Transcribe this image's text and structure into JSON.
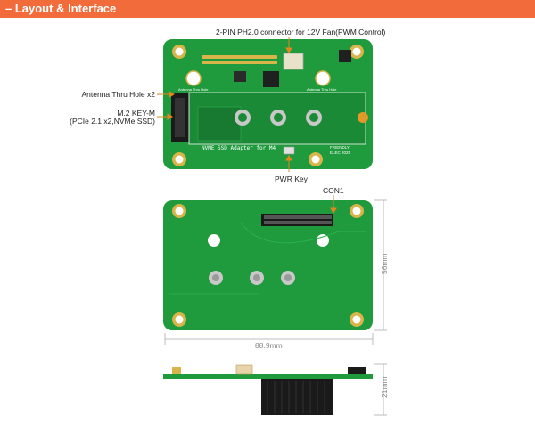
{
  "header": {
    "title": "Layout & Interface",
    "accent": "#f26b3a"
  },
  "callouts": {
    "fan_connector": "2-PIN PH2.0 connector for 12V Fan(PWM Control)",
    "antenna": "Antenna Thru Hole x2",
    "m2_line1": "M.2 KEY-M",
    "m2_line2": "(PCIe 2.1 x2,NVMe SSD)",
    "pwr_key": "PWR Key",
    "con1": "CON1"
  },
  "silkscreen": {
    "board_name": "NVME SSD Adapter for M4",
    "brand_line1": "FRIENDLY",
    "brand_line2": "ELEC 2025",
    "antenna_text_left": "Antenna Thru Hole",
    "antenna_text_right": "Antenna Thru Hole"
  },
  "dimensions": {
    "width": "88.9mm",
    "height": "56mm",
    "thickness": "21mm"
  },
  "colors": {
    "pcb": "#1f9a3c",
    "pcb_dark": "#187a30",
    "gold": "#d8b54a",
    "header_black": "#1a1a1a"
  }
}
